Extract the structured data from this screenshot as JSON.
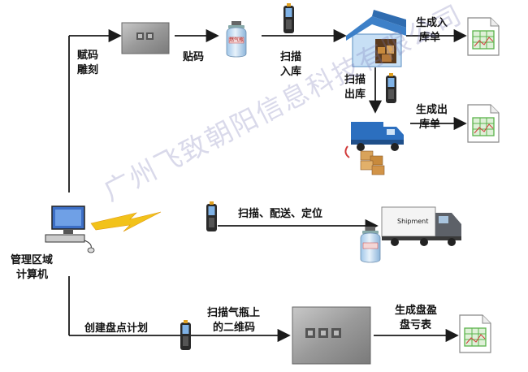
{
  "labels": {
    "assign_code": "赋码",
    "engrave": "雕刻",
    "stick_code": "贴码",
    "scan_1": "扫描",
    "in_stock": "入库",
    "gen_in_1": "生成入",
    "gen_in_2": "库单",
    "scan_2": "扫描",
    "out_stock": "出库",
    "gen_out_1": "生成出",
    "gen_out_2": "库单",
    "scan_deliver": "扫描、配送、定位",
    "manage_1": "管理区域",
    "manage_2": "计算机",
    "create_plan": "创建盘点计划",
    "scan_cyl_1": "扫描气瓶上",
    "scan_cyl_2": "的二维码",
    "gen_count_1": "生成盘盈",
    "gen_count_2": "盘亏表"
  },
  "watermark": "广州飞致朝阳信息科技有限公司",
  "truck_text": "Shipment",
  "cylinder_label": "燃气瓶",
  "colors": {
    "line": "#1a1a1a",
    "house_roof": "#3d80c8",
    "truck_blue": "#2c6fbf",
    "doc_green": "#5ab34a",
    "lightning": "#f2c21a"
  }
}
